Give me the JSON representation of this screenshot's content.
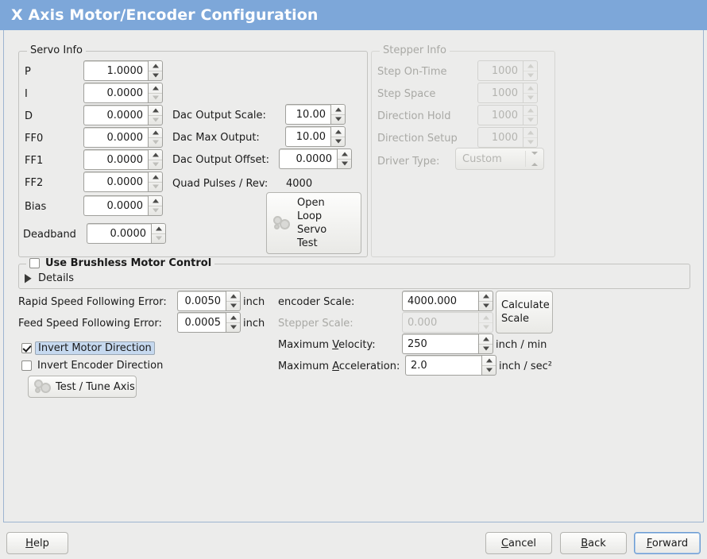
{
  "window": {
    "title": "X Axis Motor/Encoder Configuration",
    "accent": "#7da7d9"
  },
  "servo_group": {
    "title": "Servo Info",
    "rows": [
      {
        "label": "P",
        "value": "1.0000"
      },
      {
        "label": "I",
        "value": "0.0000"
      },
      {
        "label": "D",
        "value": "0.0000"
      },
      {
        "label": "FF0",
        "value": "0.0000"
      },
      {
        "label": "FF1",
        "value": "0.0000"
      },
      {
        "label": "FF2",
        "value": "0.0000"
      },
      {
        "label": "Bias",
        "value": "0.0000"
      },
      {
        "label": "Deadband",
        "value": "0.0000"
      }
    ],
    "dac": [
      {
        "label": "Dac Output Scale:",
        "value": "10.00"
      },
      {
        "label": "Dac Max Output:",
        "value": "10.00"
      },
      {
        "label": "Dac Output Offset:",
        "value": "0.0000"
      }
    ],
    "quad_pulses_label": "Quad Pulses / Rev:",
    "quad_pulses_value": "4000",
    "open_loop_button": "Open\nLoop\nServo\nTest"
  },
  "stepper_group": {
    "title": "Stepper Info",
    "rows": [
      {
        "label": "Step On-Time",
        "value": "1000"
      },
      {
        "label": "Step Space",
        "value": "1000"
      },
      {
        "label": "Direction Hold",
        "value": "1000"
      },
      {
        "label": "Direction Setup",
        "value": "1000"
      }
    ],
    "driver_type_label": "Driver Type:",
    "driver_type_value": "Custom"
  },
  "brushless": {
    "checkbox_label": "Use Brushless Motor Control",
    "checked": false,
    "details_label": "Details"
  },
  "errors": {
    "rapid_label": "Rapid Speed Following Error:",
    "rapid_value": "0.0050",
    "rapid_unit": "inch",
    "feed_label": "Feed Speed Following Error:",
    "feed_value": "0.0005",
    "feed_unit": "inch"
  },
  "invert": {
    "motor_label": "Invert Motor Direction",
    "motor_checked": true,
    "encoder_label": "Invert Encoder Direction",
    "encoder_checked": false
  },
  "test_tune_button": "Test / Tune Axis",
  "scales": {
    "encoder_label": "encoder Scale:",
    "encoder_value": "4000.000",
    "stepper_label": "Stepper Scale:",
    "stepper_value": "0.000",
    "calculate_button": "Calculate\nScale",
    "max_velocity_label_pre": "Maximum ",
    "max_velocity_label_key": "V",
    "max_velocity_label_post": "elocity:",
    "max_velocity_value": "250",
    "max_velocity_unit": "inch / min",
    "max_accel_label_pre": "Maximum ",
    "max_accel_label_key": "A",
    "max_accel_label_post": "cceleration:",
    "max_accel_value": "2.0",
    "max_accel_unit": "inch / sec²"
  },
  "footer": {
    "help_pre": "",
    "help_key": "H",
    "help_post": "elp",
    "cancel_pre": "",
    "cancel_key": "C",
    "cancel_post": "ancel",
    "back_pre": "",
    "back_key": "B",
    "back_post": "ack",
    "forward_pre": "",
    "forward_key": "F",
    "forward_post": "orward"
  }
}
